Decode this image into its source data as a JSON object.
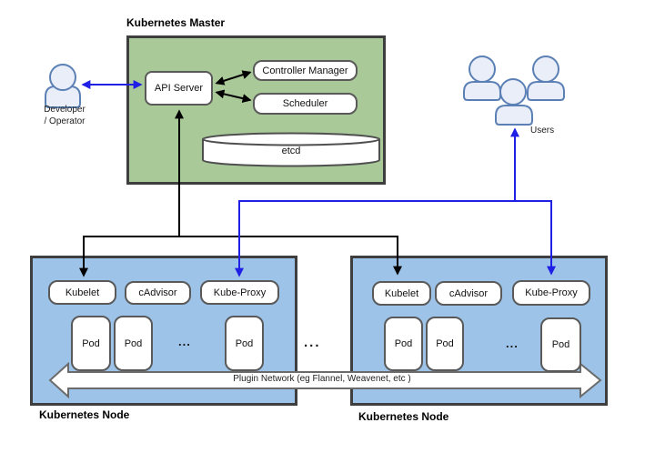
{
  "colors": {
    "master_fill": "#a9c998",
    "node_fill": "#9dc3e8",
    "border_dark": "#3e3e3e",
    "box_border": "#595959",
    "arrow_black": "#000000",
    "arrow_blue": "#1f1fe6",
    "person_fill": "#e9eef8",
    "person_stroke": "#5b80b5",
    "cylinder_border": "#4f4f4f",
    "network_arrow_border": "#6b6b6b"
  },
  "master": {
    "title": "Kubernetes Master",
    "api_server": "API Server",
    "controller_manager": "Controller Manager",
    "scheduler": "Scheduler",
    "etcd": "etcd"
  },
  "actors": {
    "developer_line1": "Developer",
    "developer_line2": "/ Operator",
    "users_label": "Users"
  },
  "nodes": {
    "left": {
      "title": "Kubernetes Node",
      "kubelet": "Kubelet",
      "cadvisor": "cAdvisor",
      "kube_proxy": "Kube-Proxy",
      "pod_a": "Pod",
      "pod_b": "Pod",
      "dots": "...",
      "pod_c": "Pod"
    },
    "right": {
      "title": "Kubernetes Node",
      "kubelet": "Kubelet",
      "cadvisor": "cAdvisor",
      "kube_proxy": "Kube-Proxy",
      "pod_a": "Pod",
      "pod_b": "Pod",
      "dots": "...",
      "pod_c": "Pod"
    }
  },
  "between_nodes": {
    "dots": "..."
  },
  "network": {
    "label": "Plugin Network (eg Flannel, Weavenet, etc )"
  },
  "icons": {
    "developer": "person-icon",
    "users": "people-group-icon"
  }
}
